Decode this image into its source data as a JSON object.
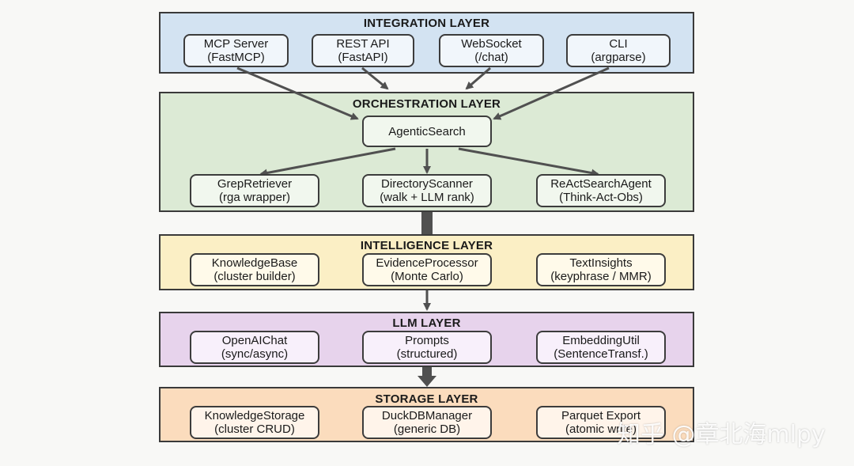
{
  "layers": {
    "integration": {
      "title": "INTEGRATION LAYER",
      "nodes": [
        {
          "name": "MCP Server",
          "detail": "(FastMCP)"
        },
        {
          "name": "REST API",
          "detail": "(FastAPI)"
        },
        {
          "name": "WebSocket",
          "detail": "(/chat)"
        },
        {
          "name": "CLI",
          "detail": "(argparse)"
        }
      ]
    },
    "orchestration": {
      "title": "ORCHESTRATION LAYER",
      "hub": {
        "name": "AgenticSearch"
      },
      "nodes": [
        {
          "name": "GrepRetriever",
          "detail": "(rga wrapper)"
        },
        {
          "name": "DirectoryScanner",
          "detail": "(walk + LLM rank)"
        },
        {
          "name": "ReActSearchAgent",
          "detail": "(Think-Act-Obs)"
        }
      ]
    },
    "intelligence": {
      "title": "INTELLIGENCE LAYER",
      "nodes": [
        {
          "name": "KnowledgeBase",
          "detail": "(cluster builder)"
        },
        {
          "name": "EvidenceProcessor",
          "detail": "(Monte Carlo)"
        },
        {
          "name": "TextInsights",
          "detail": "(keyphrase / MMR)"
        }
      ]
    },
    "llm": {
      "title": "LLM LAYER",
      "nodes": [
        {
          "name": "OpenAIChat",
          "detail": "(sync/async)"
        },
        {
          "name": "Prompts",
          "detail": "(structured)"
        },
        {
          "name": "EmbeddingUtil",
          "detail": "(SentenceTransf.)"
        }
      ]
    },
    "storage": {
      "title": "STORAGE LAYER",
      "nodes": [
        {
          "name": "KnowledgeStorage",
          "detail": "(cluster CRUD)"
        },
        {
          "name": "DuckDBManager",
          "detail": "(generic DB)"
        },
        {
          "name": "Parquet Export",
          "detail": "(atomic write)"
        }
      ]
    }
  },
  "watermark": "知乎 @章北海mlpy",
  "colors": {
    "integration": "#d3e3f2",
    "orchestration": "#dcead5",
    "intelligence": "#fbefc5",
    "llm": "#e7d3ec",
    "storage": "#fbdcbd",
    "border": "#3a3a3a",
    "arrow": "#505050"
  }
}
